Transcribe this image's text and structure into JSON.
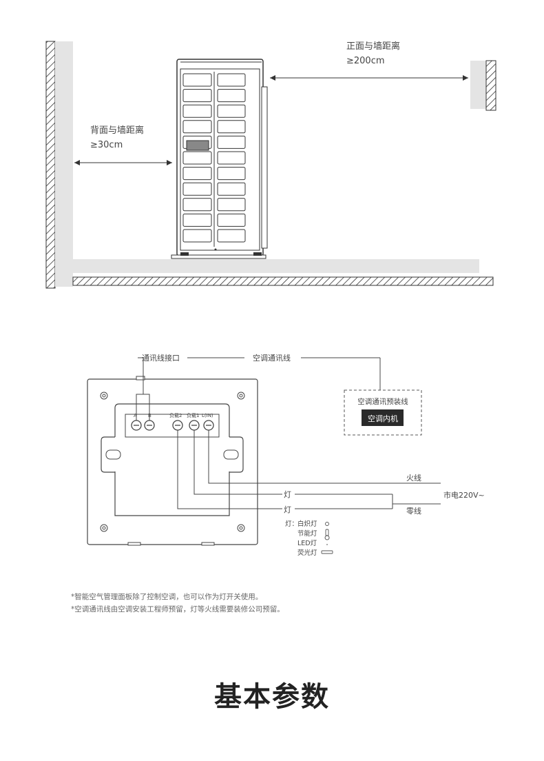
{
  "install": {
    "back_label": "背面与墙距离",
    "back_value": "≥30cm",
    "front_label": "正面与墙距离",
    "front_value": "≥200cm"
  },
  "wiring": {
    "comm_port_label": "通讯线接口",
    "ac_comm_line_label": "空调通讯线",
    "prewire_label": "空调通讯预装线",
    "indoor_unit_label": "空调内机",
    "terminals": [
      "A",
      "B",
      "负载2",
      "负载1",
      "L(IN)"
    ],
    "live_wire": "火线",
    "neutral_wire": "零线",
    "mains": "市电220V~",
    "lamp1": "灯",
    "lamp2": "灯",
    "lamp_legend_title": "灯：",
    "lamp_types": [
      "白炽灯",
      "节能灯",
      "LED灯",
      "荧光灯"
    ]
  },
  "notes": [
    "*智能空气管理面板除了控制空调，也可以作为灯开关使用。",
    "*空调通讯线由空调安装工程师预留，灯等火线需要装修公司预留。"
  ],
  "section_title": "基本参数"
}
